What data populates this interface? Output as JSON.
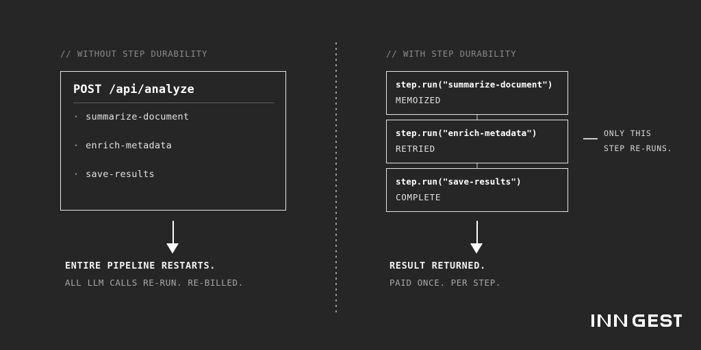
{
  "canvas": {
    "background": "#262626",
    "border_color": "#e8e8e8",
    "muted_text": "#8a8a8a"
  },
  "left_column": {
    "comment": "// WITHOUT STEP DURABILITY",
    "endpoint": "POST /api/analyze",
    "steps": [
      {
        "bullet": "·",
        "label": "summarize-document"
      },
      {
        "bullet": "·",
        "label": "enrich-metadata"
      },
      {
        "bullet": "·",
        "label": "save-results"
      }
    ],
    "outcome": {
      "headline": "ENTIRE PIPELINE RESTARTS.",
      "detail": "ALL LLM CALLS RE-RUN. RE-BILLED."
    }
  },
  "right_column": {
    "comment": "// WITH STEP DURABILITY",
    "steps": [
      {
        "call": "step.run(\"summarize-document\")",
        "state": "MEMOIZED"
      },
      {
        "call": "step.run(\"enrich-metadata\")",
        "state": "RETRIED"
      },
      {
        "call": "step.run(\"save-results\")",
        "state": "COMPLETE"
      }
    ],
    "callout": {
      "line1": "ONLY THIS",
      "line2": "STEP RE-RUNS."
    },
    "outcome": {
      "headline": "RESULT RETURNED.",
      "detail": "PAID ONCE. PER STEP."
    }
  },
  "brand": {
    "name": "INNGEST"
  }
}
